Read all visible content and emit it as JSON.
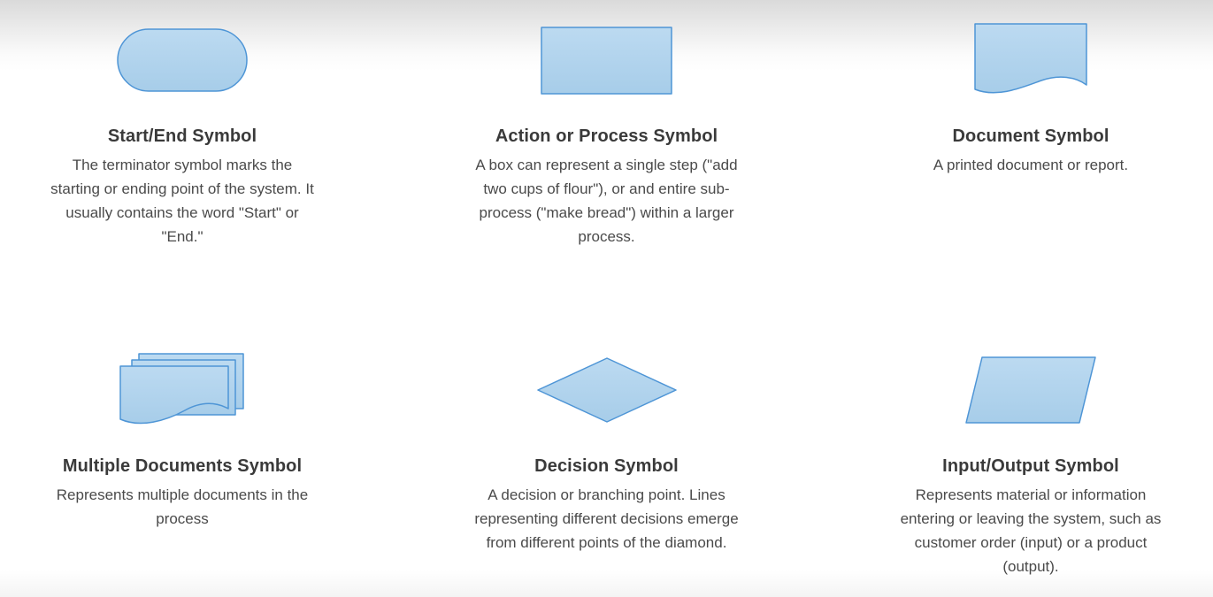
{
  "theme": {
    "shape_fill": "#a7cde9",
    "shape_fill_light": "#bcdaf1",
    "shape_stroke": "#4e95d6",
    "heading_color": "#3a3a3a",
    "body_color": "#4a4a4a",
    "page_top_shade": "#dadada",
    "page_background": "#ffffff"
  },
  "cells": [
    {
      "shape": "terminator",
      "title": "Start/End Symbol",
      "description": "The terminator symbol marks the starting or ending point of the system. It usually contains the word \"Start\" or \"End.\""
    },
    {
      "shape": "process",
      "title": "Action or Process Symbol",
      "description": "A box can represent a single step (\"add two cups of flour\"), or and entire sub-process (\"make bread\") within a larger process."
    },
    {
      "shape": "document",
      "title": "Document Symbol",
      "description": "A printed document or report."
    },
    {
      "shape": "multiple-documents",
      "title": "Multiple Documents Symbol",
      "description": "Represents multiple documents in the process"
    },
    {
      "shape": "decision",
      "title": "Decision Symbol",
      "description": "A decision or branching point. Lines representing different decisions emerge from different points of the diamond."
    },
    {
      "shape": "input-output",
      "title": "Input/Output Symbol",
      "description": "Represents material or information entering or leaving the system, such as customer order (input) or a product (output)."
    }
  ]
}
